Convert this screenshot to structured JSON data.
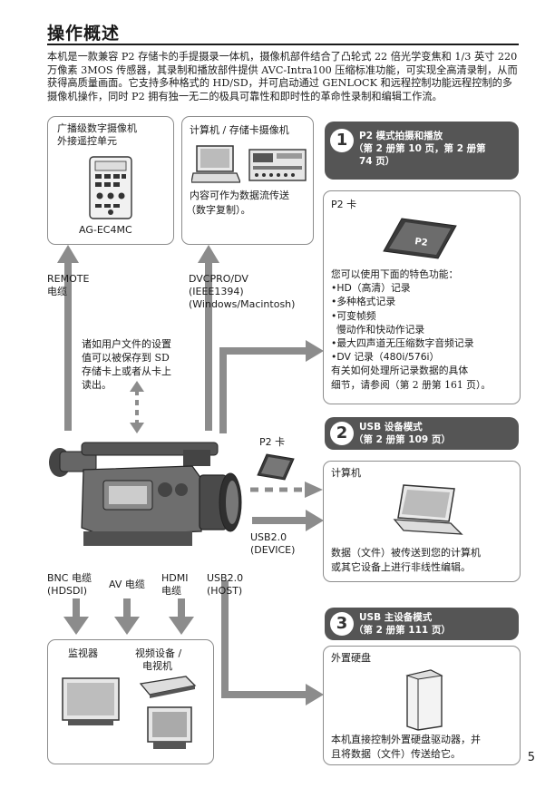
{
  "page": {
    "title": "操作概述",
    "intro": "本机是一款兼容 P2 存储卡的手提摄录一体机，摄像机部件结合了凸轮式 22 倍光学变焦和 1/3 英寸 220 万像素 3MOS 传感器，其录制和播放部件提供 AVC-Intra100 压缩标准功能，可实现全高清录制，从而获得高质量画面。它支持多种格式的 HD/SD，并可启动通过 GENLOCK 和远程控制功能远程控制的多摄像机操作，同时 P2 拥有独一无二的极具可靠性和即时性的革命性录制和编辑工作流。",
    "page_number": "5"
  },
  "remote_box": {
    "title_line1": "广播级数字摄像机",
    "title_line2": "外接遥控单元",
    "model": "AG-EC4MC"
  },
  "pc_box": {
    "title": "计算机 / 存储卡摄像机",
    "desc_line1": "内容可作为数据流传送",
    "desc_line2": "（数字复制）。"
  },
  "captions": {
    "remote_cable_1": "REMOTE",
    "remote_cable_2": "电缆",
    "dvcpro_1": "DVCPRO/DV",
    "dvcpro_2": "(IEEE1394)",
    "dvcpro_3": "(Windows/Macintosh)",
    "settings_1": "诸如用户文件的设置",
    "settings_2": "值可以被保存到 SD",
    "settings_3": "存储卡上或者从卡上",
    "settings_4": "读出。",
    "p2card": "P2 卡",
    "usb_device_1": "USB2.0",
    "usb_device_2": "(DEVICE)",
    "bnc_1": "BNC 电缆",
    "bnc_2": "(HDSDI)",
    "av": "AV 电缆",
    "hdmi_1": "HDMI",
    "hdmi_2": "电缆",
    "usb_host_1": "USB2.0",
    "usb_host_2": "(HOST)"
  },
  "mode1": {
    "number": "1",
    "title": "P2 模式拍摄和播放",
    "ref_1": "（第 2 册第 10 页，第 2 册第",
    "ref_2": "74 页）",
    "box_title": "P2 卡",
    "features_intro": "您可以使用下面的特色功能：",
    "f1": "HD（高清）记录",
    "f2": "多种格式记录",
    "f3": "可变帧频",
    "f3_sub": "慢动作和快动作记录",
    "f4": "最大四声道无压缩数字音频记录",
    "f5": "DV 记录（480i/576i）",
    "note_1": "有关如何处理所记录数据的具体",
    "note_2": "细节，请参阅（第 2 册第 161 页）。",
    "bullet": "•"
  },
  "mode2": {
    "number": "2",
    "title": "USB 设备模式",
    "ref": "（第 2 册第 109 页）",
    "box_title": "计算机",
    "desc_1": "数据（文件）被传送到您的计算机",
    "desc_2": "或其它设备上进行非线性编辑。"
  },
  "mode3": {
    "number": "3",
    "title": "USB 主设备模式",
    "ref": "（第 2 册第 111 页）",
    "box_title": "外置硬盘",
    "desc_1": "本机直接控制外置硬盘驱动器，并",
    "desc_2": "且将数据（文件）传送给它。"
  },
  "monitor_box": {
    "title": "监视器",
    "video_1": "视频设备 /",
    "video_2": "电视机"
  },
  "colors": {
    "arrow": "#8c8c8c",
    "pill": "#555555",
    "border": "#8c8c8c"
  }
}
